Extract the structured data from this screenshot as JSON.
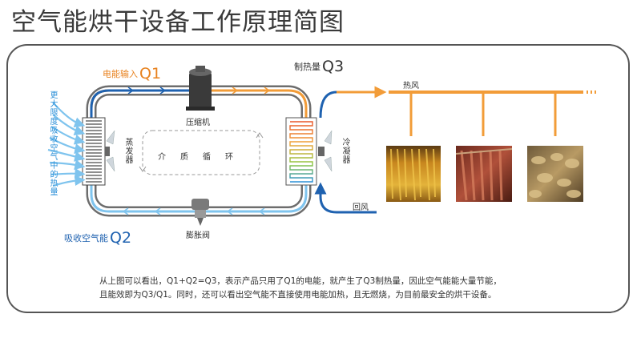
{
  "title": "空气能烘干设备工作原理简图",
  "labels": {
    "q1_text": "电能输入",
    "q1_tag": "Q1",
    "q3_text": "制热量",
    "q3_tag": "Q3",
    "q2_text": "吸收空气能",
    "q2_tag": "Q2",
    "compressor": "压缩机",
    "evaporator": "蒸发器",
    "condenser": "冷凝器",
    "expansion_valve": "膨胀阀",
    "medium_cycle": "介质循环",
    "hot_air": "热风",
    "return_air": "回风",
    "side_note": "更大限度吸收空气中的热量"
  },
  "description": {
    "line1": "从上图可以看出，Q1+Q2=Q3，表示产品只用了Q1的电能，就产生了Q3制热量，因此空气能能大量节能，",
    "line2": "且能效即为Q3/Q1。同时，还可以看出空气能不直接使用电能加热，且无燃烧，为目前最安全的烘干设备。"
  },
  "colors": {
    "hot_line": "#f29c38",
    "cold_line": "#1f62b0",
    "q_orange": "#e8821e",
    "side_note": "#2a8fd8"
  },
  "icons": {
    "compressor": "compressor-icon",
    "valve": "expansion-valve-icon",
    "evaporator": "evaporator-coil-icon",
    "condenser": "condenser-coil-icon",
    "photos": [
      "dried-tobacco-photo",
      "drying-sausages-photo",
      "dried-mushrooms-photo"
    ]
  }
}
